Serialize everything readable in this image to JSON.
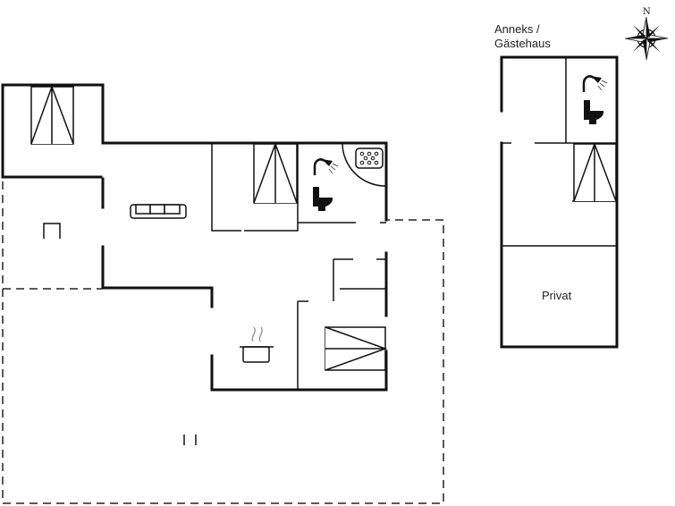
{
  "annex": {
    "title_line1": "Anneks /",
    "title_line2": "Gästehaus"
  },
  "rooms": {
    "private_label": "Privat"
  },
  "compass": {
    "north_label": "N"
  },
  "icons": [
    "compass-rose-icon",
    "bed-icon",
    "sofa-icon",
    "shower-icon",
    "toilet-icon",
    "whirlpool-icon",
    "cooking-pot-icon",
    "fireplace-icon"
  ],
  "colors": {
    "wall": "#111111",
    "outline_dashed": "#222222",
    "text": "#222222",
    "background": "#ffffff"
  }
}
